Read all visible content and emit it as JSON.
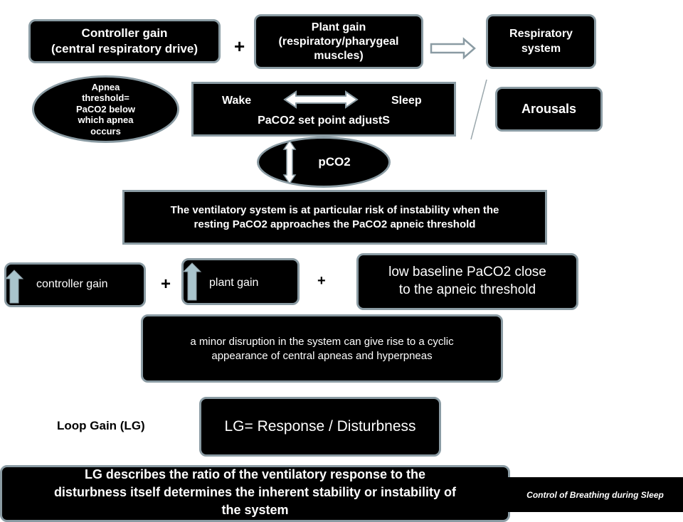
{
  "diagram": {
    "controller_gain": {
      "line1": "Controller gain",
      "line2": "(central respiratory drive)"
    },
    "plus_1": "+",
    "plant_gain": {
      "line1": "Plant gain",
      "line2": "(respiratory/pharygeal",
      "line3": "muscles)"
    },
    "respiratory_system": {
      "line1": "Respiratory",
      "line2": "system"
    },
    "apnea_threshold": {
      "line1": "Apnea",
      "line2": "threshold=",
      "line3": "PaCO2 below",
      "line4": "which apnea",
      "line5": "occurs"
    },
    "wake_label": "Wake",
    "sleep_label": "Sleep",
    "setpoint_label": "PaCO2 set point adjustS",
    "arousals": "Arousals",
    "pco2": "pCO2",
    "instability_statement": {
      "line1": "The ventilatory system is at particular risk of instability when the",
      "line2": "resting PaCO2 approaches the PaCO2 apneic threshold"
    },
    "controller_gain_small": "controller gain",
    "plus_2": "+",
    "plant_gain_small": "plant gain",
    "plus_3": "+",
    "low_baseline": {
      "line1": "low baseline PaCO2 close",
      "line2": "to the apneic threshold"
    },
    "minor_disruption": {
      "line1": "a minor disruption in the system can give rise to a cyclic",
      "line2": "appearance of central apneas and hyperpneas"
    },
    "loop_gain_label": "Loop Gain (LG)",
    "lg_formula": "LG= Response / Disturbness",
    "lg_description": {
      "line1": "LG describes the ratio of the ventilatory response to the",
      "line2": "disturbness itself determines the inherent stability or instability of",
      "line3": "the system"
    },
    "footer": "Control of Breathing during Sleep"
  },
  "colors": {
    "box_fill": "#000000",
    "box_border": "#8a9ba3",
    "arrow_fill": "#a9c4cc",
    "text_dark": "#000000",
    "text_light": "#ffffff"
  }
}
